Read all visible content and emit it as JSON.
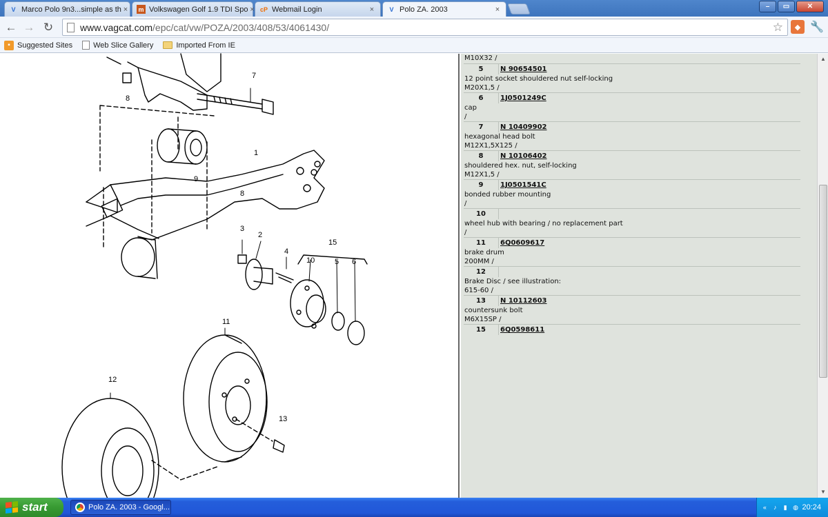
{
  "browser": {
    "tabs": [
      {
        "title": "Marco Polo 9n3...simple as th",
        "icon": "vw-favicon",
        "active": false
      },
      {
        "title": "Volkswagen Golf 1.9 TDI Spo",
        "icon": "m-favicon",
        "active": false
      },
      {
        "title": "Webmail Login",
        "icon": "cpanel-favicon",
        "active": false
      },
      {
        "title": "Polo ZA. 2003",
        "icon": "vw-favicon",
        "active": true
      }
    ],
    "close_glyph": "×",
    "window_buttons": {
      "minimize": "–",
      "maximize": "▭",
      "close": "✕"
    },
    "url_host": "www.vagcat.com",
    "url_path": "/epc/cat/vw/POZA/2003/408/53/4061430/",
    "bookmarks": [
      {
        "label": "Suggested Sites",
        "icon": "suggested-sites-icon"
      },
      {
        "label": "Web Slice Gallery",
        "icon": "page-icon"
      },
      {
        "label": "Imported From IE",
        "icon": "folder-icon"
      }
    ]
  },
  "diagram": {
    "callouts": [
      "1",
      "2",
      "3",
      "4",
      "5",
      "6",
      "7",
      "8",
      "9",
      "10",
      "11",
      "12",
      "13",
      "15"
    ],
    "part_markers": [
      "8",
      "9",
      "8"
    ]
  },
  "parts": {
    "first_line": "M10X32 /",
    "rows": [
      {
        "num": "5",
        "part_no": "N 90654501",
        "desc": "12 point socket shouldered nut self-locking",
        "spec": "M20X1,5 /"
      },
      {
        "num": "6",
        "part_no": "1J0501249C",
        "desc": "cap",
        "spec": "/"
      },
      {
        "num": "7",
        "part_no": "N 10409902",
        "desc": "hexagonal head bolt",
        "spec": "M12X1,5X125 /"
      },
      {
        "num": "8",
        "part_no": "N 10106402",
        "desc": "shouldered hex. nut, self-locking",
        "spec": "M12X1,5 /"
      },
      {
        "num": "9",
        "part_no": "1J0501541C",
        "desc": "bonded rubber mounting",
        "spec": "/"
      },
      {
        "num": "10",
        "part_no": "",
        "desc": "wheel hub with bearing / no replacement part",
        "spec": "/"
      },
      {
        "num": "11",
        "part_no": "6Q0609617",
        "desc": "brake drum",
        "spec": "200MM /"
      },
      {
        "num": "12",
        "part_no": "",
        "desc": "Brake Disc / see illustration:",
        "spec": "615-60 /"
      },
      {
        "num": "13",
        "part_no": "N 10112603",
        "desc": "countersunk bolt",
        "spec": "M6X15SP /"
      },
      {
        "num": "15",
        "part_no": "6Q0598611",
        "desc": "",
        "spec": ""
      }
    ]
  },
  "taskbar": {
    "start_label": "start",
    "items": [
      {
        "label": "Polo ZA. 2003 - Googl..."
      }
    ],
    "clock": "20:24"
  }
}
